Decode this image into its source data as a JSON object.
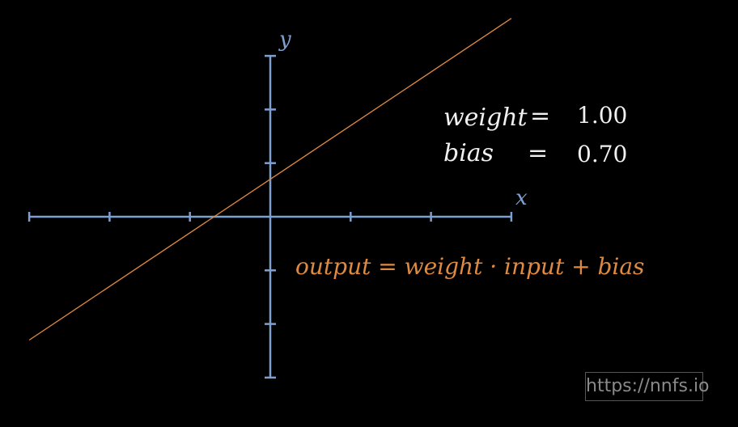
{
  "axes": {
    "x_label": "x",
    "y_label": "y",
    "x_ticks": [
      -3,
      -2,
      -1,
      1,
      2,
      3
    ],
    "y_ticks": [
      3,
      2,
      1,
      -1,
      -2,
      -3
    ],
    "x_range": [
      -3,
      3
    ],
    "y_range": [
      -3,
      3
    ],
    "axis_color": "#7f9fd0"
  },
  "params": {
    "weight_label": "weight",
    "weight_eq": "=",
    "weight_value": "1.00",
    "bias_label": "bias",
    "bias_eq": "=",
    "bias_value": "0.70"
  },
  "formula": {
    "text": "output = weight · input + bias",
    "color": "#e08a40"
  },
  "line": {
    "weight": 1.0,
    "bias": 0.7,
    "x_range": [
      -3,
      3
    ],
    "color": "#e08a40"
  },
  "watermark": {
    "text": "https://nnfs.io"
  }
}
